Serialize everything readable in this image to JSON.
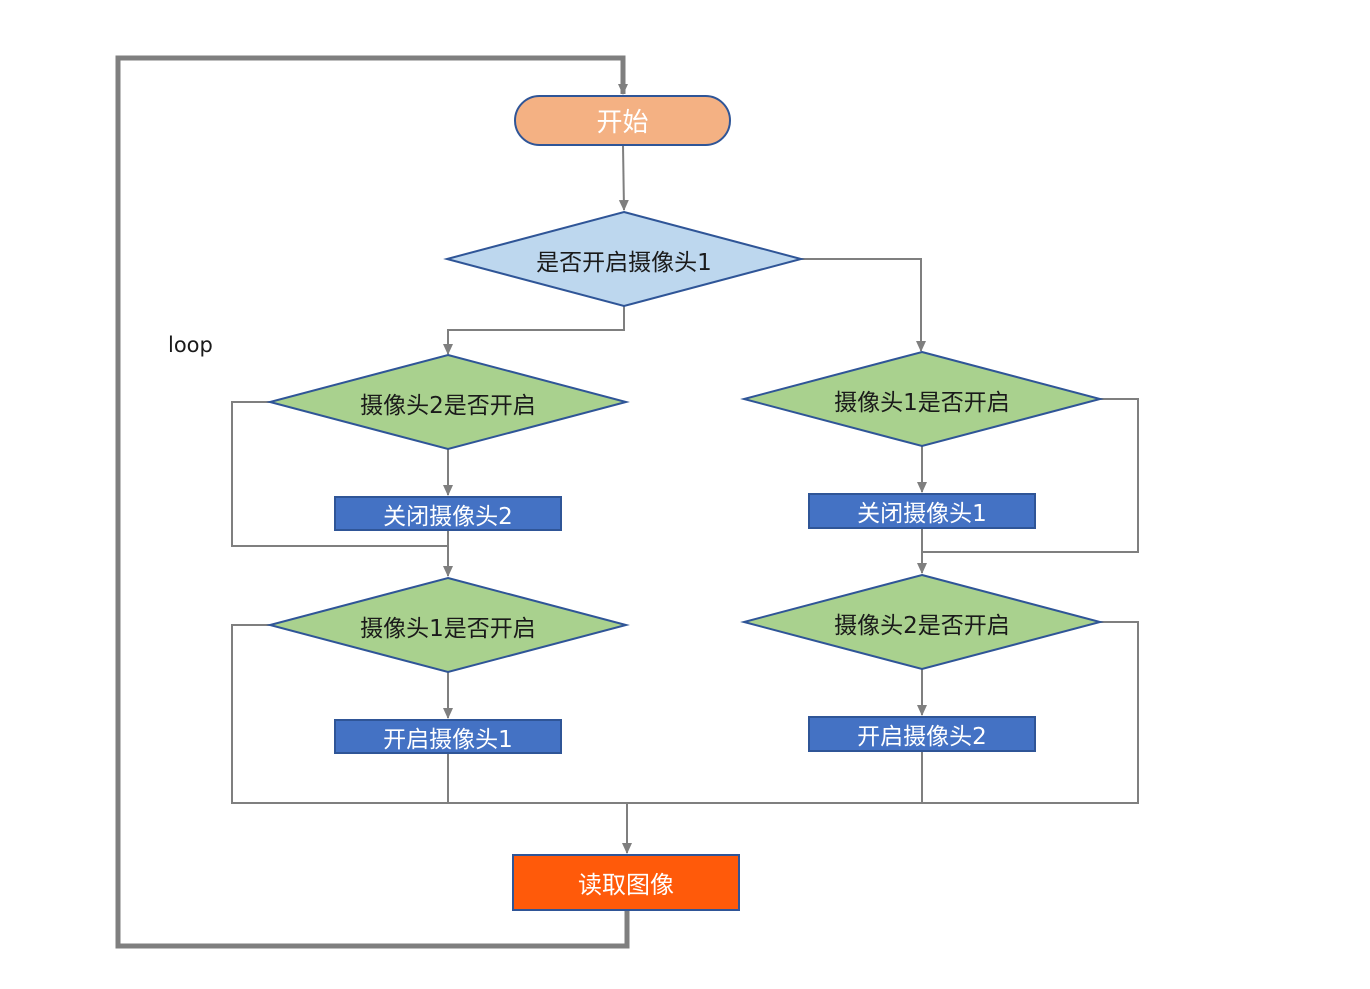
{
  "diagram": {
    "loop_label": "loop",
    "start": "开始",
    "decision_main": "是否开启摄像头1",
    "left_check_cam2": "摄像头2是否开启",
    "left_close_cam2": "关闭摄像头2",
    "left_check_cam1": "摄像头1是否开启",
    "left_open_cam1": "开启摄像头1",
    "right_check_cam1": "摄像头1是否开启",
    "right_close_cam1": "关闭摄像头1",
    "right_check_cam2": "摄像头2是否开启",
    "right_open_cam2": "开启摄像头2",
    "read_image": "读取图像"
  },
  "colors": {
    "start_fill": "#F4B183",
    "start_stroke": "#2F5597",
    "decision_blue": "#BDD7EE",
    "decision_green": "#A9D18E",
    "process_blue": "#4472C4",
    "read_fill": "#FF5A0A",
    "connector": "#7F7F7F"
  }
}
